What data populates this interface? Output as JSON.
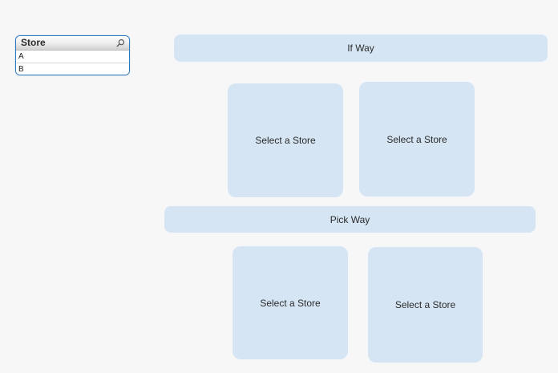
{
  "listbox": {
    "title": "Store",
    "search_icon": "magnifier",
    "items": [
      {
        "label": "A"
      },
      {
        "label": "B"
      }
    ]
  },
  "sections": [
    {
      "header": "If Way",
      "tiles": [
        "Select a Store",
        "Select a Store"
      ]
    },
    {
      "header": "Pick Way",
      "tiles": [
        "Select a Store",
        "Select a Store"
      ]
    }
  ],
  "colors": {
    "background": "#f7f7f7",
    "panel_fill": "#d6e5f4",
    "listbox_border": "#2e7abf",
    "caption_gradient_top": "#fefefe",
    "caption_gradient_bottom": "#d0d0d0",
    "row_separator": "#d8d8d8",
    "text": "#2b2b2b"
  }
}
